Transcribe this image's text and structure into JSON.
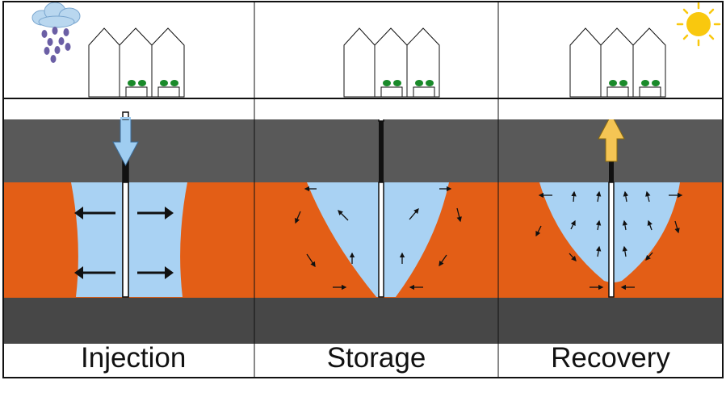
{
  "panels": [
    {
      "id": "injection",
      "label": "Injection"
    },
    {
      "id": "storage",
      "label": "Storage"
    },
    {
      "id": "recovery",
      "label": "Recovery"
    }
  ],
  "colors": {
    "aquifer": "#e35e16",
    "clay_layer": "#595959",
    "water": "#a9d2f3",
    "inject_arrow": "#9fcdf1",
    "recover_arrow": "#f5c554",
    "sun": "#f9c80e",
    "rain": "#6b5fa5",
    "cloud": "#b9d7ef",
    "plants": "#1a8a2a",
    "outline": "#111111"
  },
  "icons": {
    "rain": "rain-cloud-icon",
    "sun": "sun-icon",
    "greenhouse": "greenhouse-icon"
  }
}
